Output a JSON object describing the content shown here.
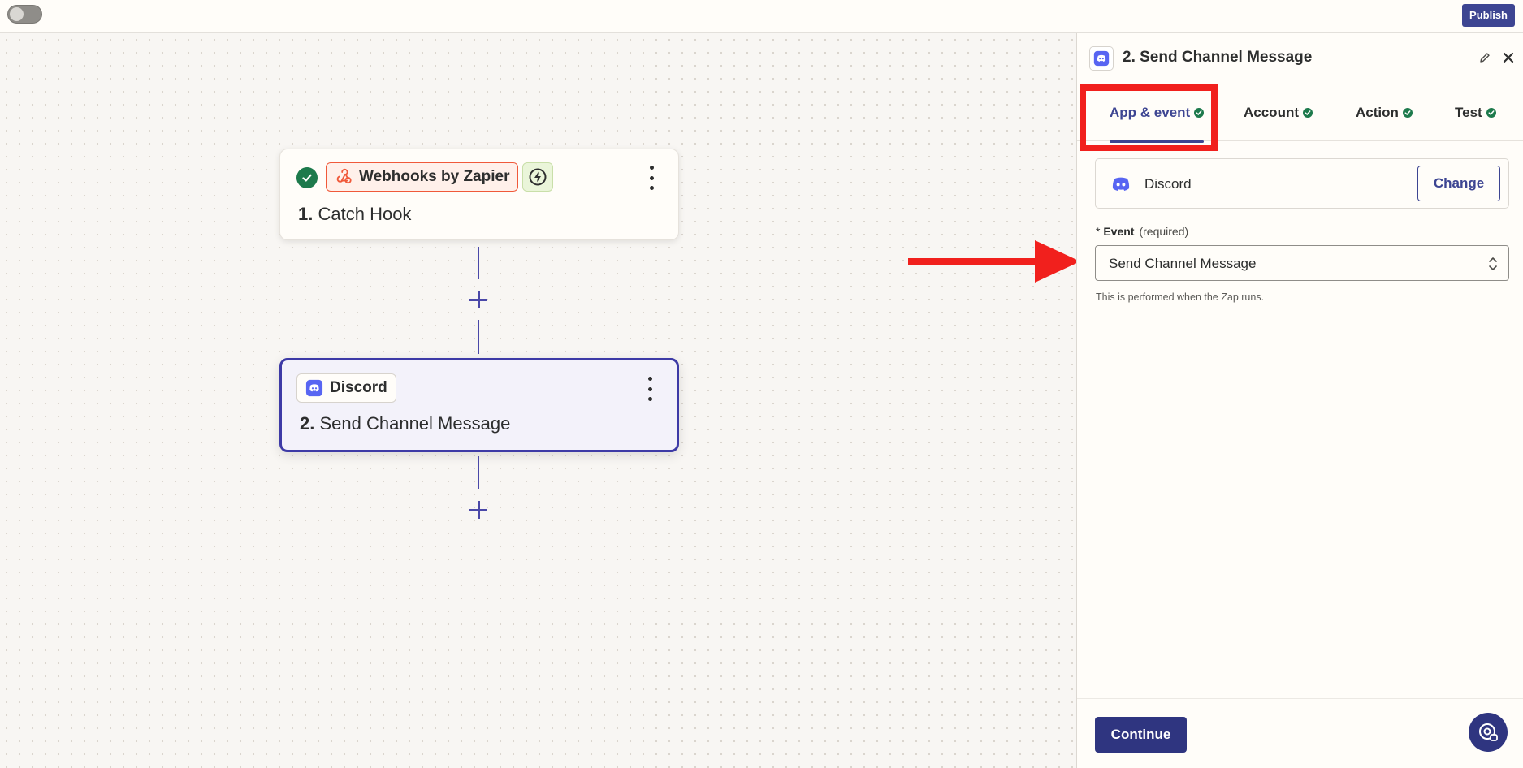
{
  "topbar": {
    "publish_label": "Publish"
  },
  "canvas": {
    "steps": [
      {
        "app_name": "Webhooks by Zapier",
        "number": "1.",
        "title": "Catch Hook",
        "status": "complete"
      },
      {
        "app_name": "Discord",
        "number": "2.",
        "title": "Send Channel Message"
      }
    ]
  },
  "panel": {
    "title": "2. Send Channel Message",
    "tabs": [
      {
        "label": "App & event",
        "active": true
      },
      {
        "label": "Account"
      },
      {
        "label": "Action"
      },
      {
        "label": "Test"
      }
    ],
    "app": {
      "name": "Discord",
      "change_label": "Change"
    },
    "event": {
      "label": "Event",
      "required_text": "(required)",
      "value": "Send Channel Message",
      "helper": "This is performed when the Zap runs."
    },
    "continue_label": "Continue"
  },
  "colors": {
    "accent": "#3d4592",
    "success": "#1d7a4c",
    "highlight": "#f1201d",
    "discord": "#5865f2",
    "webhooks": "#f0593a"
  }
}
